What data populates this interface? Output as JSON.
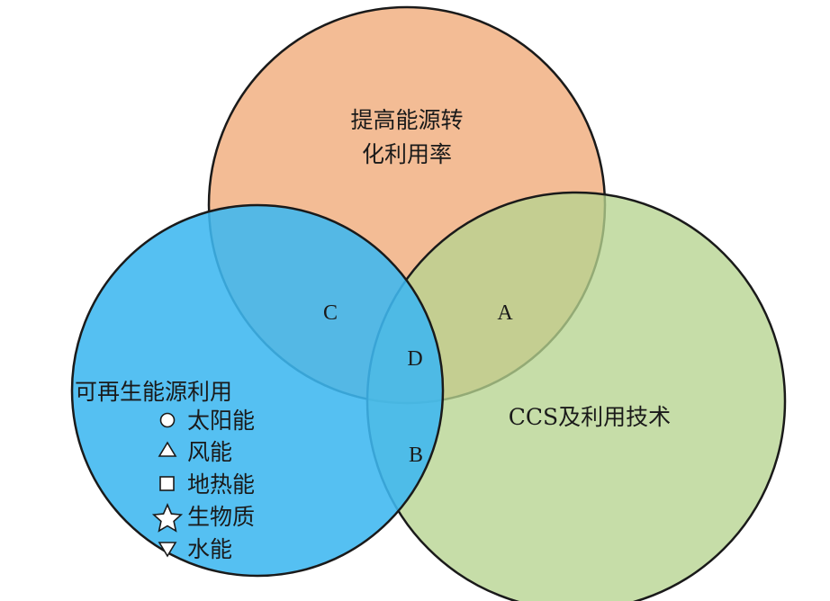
{
  "colors": {
    "top_circle": "#F2B88F",
    "left_circle": "#3DB7F0",
    "right_circle": "#B6D38F",
    "outline": "#1a1a1a"
  },
  "top": {
    "line1": "提高能源转",
    "line2": "化利用率"
  },
  "left": {
    "title": "可再生能源利用",
    "items": [
      {
        "icon": "circle-icon",
        "label": "太阳能"
      },
      {
        "icon": "triangle-up-icon",
        "label": "风能"
      },
      {
        "icon": "square-icon",
        "label": "地热能"
      },
      {
        "icon": "star-icon",
        "label": "生物质"
      },
      {
        "icon": "triangle-down-icon",
        "label": "水能"
      }
    ]
  },
  "right": {
    "title": "CCS及利用技术"
  },
  "regions": {
    "a": "A",
    "b": "B",
    "c": "C",
    "d": "D"
  }
}
